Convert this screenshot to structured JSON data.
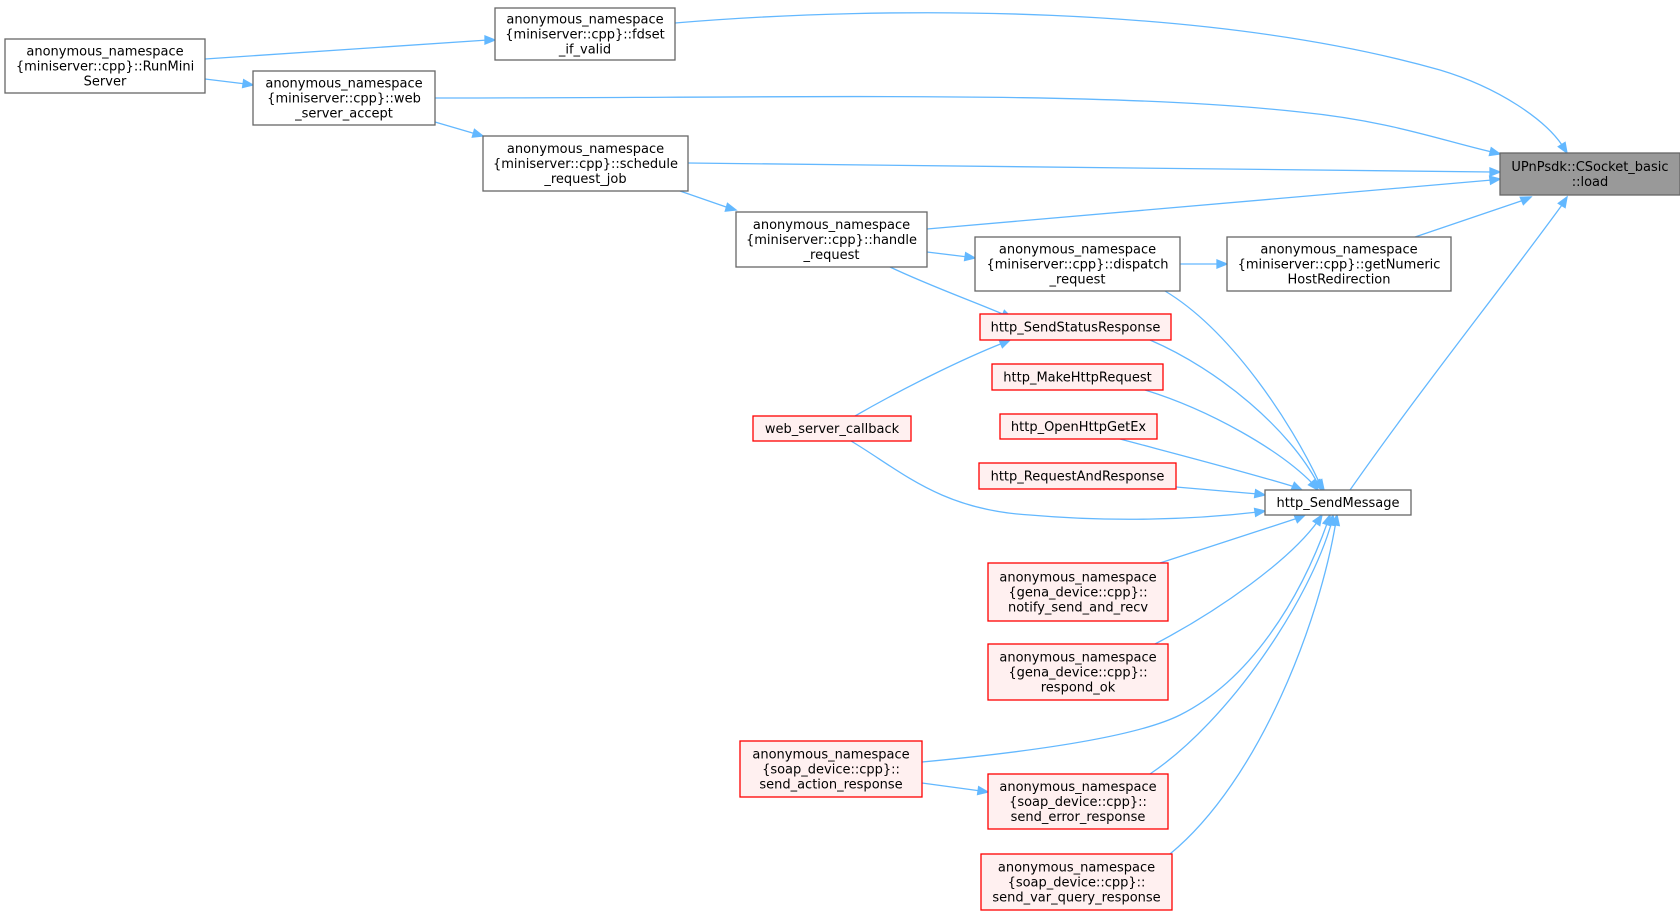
{
  "colors": {
    "edge": "#63b8ff",
    "node_fill": "#ffffff",
    "node_stroke": "#666666",
    "root_fill": "#999999",
    "root_stroke": "#666666",
    "red_fill": "#fff0f0",
    "red_stroke": "#ff0000"
  },
  "nodes": [
    {
      "id": "load",
      "kind": "root",
      "lines": [
        "UPnPsdk::CSocket_basic",
        "::load"
      ]
    },
    {
      "id": "fdset",
      "kind": "normal",
      "lines": [
        "anonymous_namespace",
        "{miniserver::cpp}::fdset",
        "_if_valid"
      ]
    },
    {
      "id": "runmini",
      "kind": "normal",
      "lines": [
        "anonymous_namespace",
        "{miniserver::cpp}::RunMini",
        "Server"
      ]
    },
    {
      "id": "webaccept",
      "kind": "normal",
      "lines": [
        "anonymous_namespace",
        "{miniserver::cpp}::web",
        "_server_accept"
      ]
    },
    {
      "id": "schedule",
      "kind": "normal",
      "lines": [
        "anonymous_namespace",
        "{miniserver::cpp}::schedule",
        "_request_job"
      ]
    },
    {
      "id": "handle",
      "kind": "normal",
      "lines": [
        "anonymous_namespace",
        "{miniserver::cpp}::handle",
        "_request"
      ]
    },
    {
      "id": "dispatch",
      "kind": "normal",
      "lines": [
        "anonymous_namespace",
        "{miniserver::cpp}::dispatch",
        "_request"
      ]
    },
    {
      "id": "getnumeric",
      "kind": "normal",
      "lines": [
        "anonymous_namespace",
        "{miniserver::cpp}::getNumeric",
        "HostRedirection"
      ]
    },
    {
      "id": "sendmessage",
      "kind": "normal",
      "lines": [
        "http_SendMessage"
      ]
    },
    {
      "id": "sendstatus",
      "kind": "red",
      "lines": [
        "http_SendStatusResponse"
      ]
    },
    {
      "id": "makehttp",
      "kind": "red",
      "lines": [
        "http_MakeHttpRequest"
      ]
    },
    {
      "id": "openhttp",
      "kind": "red",
      "lines": [
        "http_OpenHttpGetEx"
      ]
    },
    {
      "id": "reqresp",
      "kind": "red",
      "lines": [
        "http_RequestAndResponse"
      ]
    },
    {
      "id": "webcallback",
      "kind": "red",
      "lines": [
        "web_server_callback"
      ]
    },
    {
      "id": "notify",
      "kind": "red",
      "lines": [
        "anonymous_namespace",
        "{gena_device::cpp}::",
        "notify_send_and_recv"
      ]
    },
    {
      "id": "respondok",
      "kind": "red",
      "lines": [
        "anonymous_namespace",
        "{gena_device::cpp}::",
        "respond_ok"
      ]
    },
    {
      "id": "sendaction",
      "kind": "red",
      "lines": [
        "anonymous_namespace",
        "{soap_device::cpp}::",
        "send_action_response"
      ]
    },
    {
      "id": "senderror",
      "kind": "red",
      "lines": [
        "anonymous_namespace",
        "{soap_device::cpp}::",
        "send_error_response"
      ]
    },
    {
      "id": "sendvar",
      "kind": "red",
      "lines": [
        "anonymous_namespace",
        "{soap_device::cpp}::",
        "send_var_query_response"
      ]
    }
  ],
  "edges": [
    {
      "from": "runmini",
      "to": "fdset"
    },
    {
      "from": "runmini",
      "to": "webaccept"
    },
    {
      "from": "fdset",
      "to": "load"
    },
    {
      "from": "webaccept",
      "to": "load"
    },
    {
      "from": "webaccept",
      "to": "schedule"
    },
    {
      "from": "schedule",
      "to": "load"
    },
    {
      "from": "schedule",
      "to": "handle"
    },
    {
      "from": "handle",
      "to": "load"
    },
    {
      "from": "handle",
      "to": "dispatch"
    },
    {
      "from": "handle",
      "to": "sendstatus"
    },
    {
      "from": "dispatch",
      "to": "getnumeric"
    },
    {
      "from": "dispatch",
      "to": "sendmessage"
    },
    {
      "from": "getnumeric",
      "to": "load"
    },
    {
      "from": "sendmessage",
      "to": "load"
    },
    {
      "from": "sendstatus",
      "to": "sendmessage"
    },
    {
      "from": "webcallback",
      "to": "sendstatus"
    },
    {
      "from": "makehttp",
      "to": "sendmessage"
    },
    {
      "from": "openhttp",
      "to": "sendmessage"
    },
    {
      "from": "reqresp",
      "to": "sendmessage"
    },
    {
      "from": "webcallback",
      "to": "sendmessage"
    },
    {
      "from": "notify",
      "to": "sendmessage"
    },
    {
      "from": "respondok",
      "to": "sendmessage"
    },
    {
      "from": "sendaction",
      "to": "sendmessage"
    },
    {
      "from": "sendaction",
      "to": "senderror"
    },
    {
      "from": "senderror",
      "to": "sendmessage"
    },
    {
      "from": "sendvar",
      "to": "sendmessage"
    }
  ]
}
